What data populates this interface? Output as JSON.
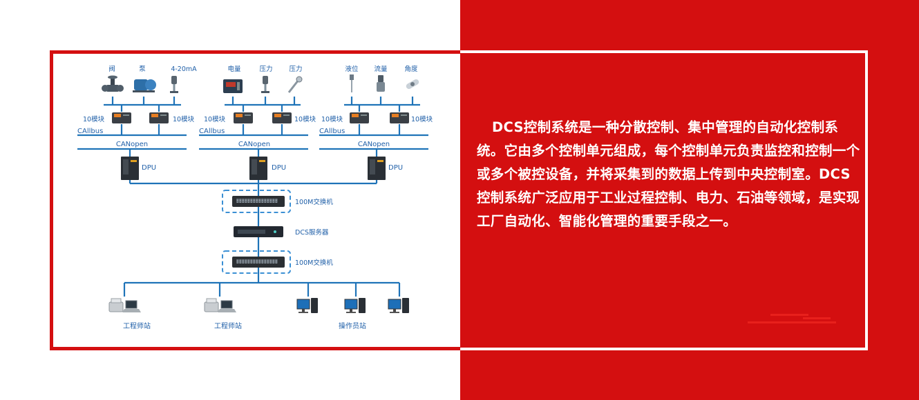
{
  "diagram": {
    "groups": [
      {
        "sensors": [
          "阀",
          "泵",
          "4-20mA"
        ],
        "module_labels": [
          "10模块",
          "10模块"
        ],
        "bus_label": "CAllbus",
        "canopen_label": "CANopen",
        "dpu_label": "DPU"
      },
      {
        "sensors": [
          "电量",
          "压力",
          "压力"
        ],
        "module_labels": [
          "10模块",
          "10模块"
        ],
        "bus_label": "CAllbus",
        "canopen_label": "CANopen",
        "dpu_label": "DPU"
      },
      {
        "sensors": [
          "液位",
          "流量",
          "角度"
        ],
        "module_labels": [
          "10模块",
          "10模块"
        ],
        "bus_label": "CAllbus",
        "canopen_label": "CANopen",
        "dpu_label": "DPU"
      }
    ],
    "switch_top_label": "100M交换机",
    "server_label": "DCS服务器",
    "switch_bottom_label": "100M交换机",
    "stations": [
      "工程师站",
      "工程师站",
      "操作员站"
    ]
  },
  "description": "DCS控制系统是一种分散控制、集中管理的自动化控制系统。它由多个控制单元组成，每个控制单元负责监控和控制一个或多个被控设备，并将采集到的数据上传到中央控制室。DCS控制系统广泛应用于工业过程控制、电力、石油等领域，是实现工厂自动化、智能化管理的重要手段之一。",
  "colors": {
    "brand_red": "#d40f10",
    "line_blue": "#1e73b8",
    "label_blue": "#1f5fa8"
  }
}
